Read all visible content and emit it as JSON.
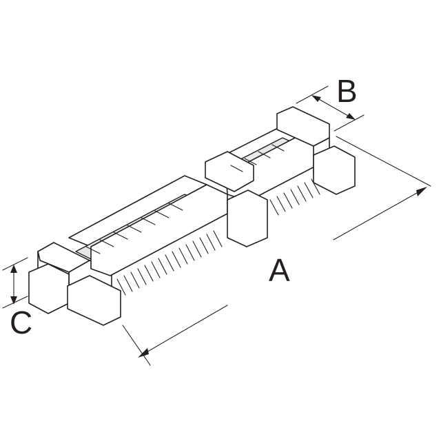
{
  "labels": {
    "a": "A",
    "b": "B",
    "c": "C"
  },
  "colors": {
    "line": "#231f20",
    "background": "#ffffff"
  }
}
